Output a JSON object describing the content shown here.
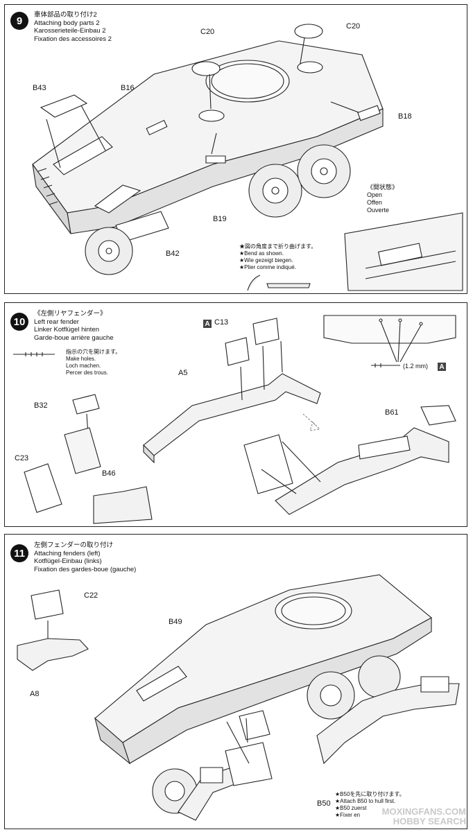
{
  "steps": [
    {
      "number": "9",
      "titles": [
        "車体部品の取り付け2",
        "Attaching body parts 2",
        "Karosserieteile-Einbau 2",
        "Fixation des accessoires 2"
      ],
      "labels": {
        "c20a": "C20",
        "c20b": "C20",
        "b43": "B43",
        "b16": "B16",
        "b18": "B18",
        "b19": "B19",
        "b42": "B42"
      },
      "open_state": [
        "《開状態》",
        "Open",
        "Offen",
        "Ouverte"
      ],
      "bend_note": [
        "★図の角度まで折り曲げます。",
        "★Bend as shown.",
        "★Wie gezeigt biegen.",
        "★Plier comme indiqué."
      ]
    },
    {
      "number": "10",
      "titles": [
        "《左側リヤフェンダー》",
        "Left rear fender",
        "Linker Kotflügel hinten",
        "Garde-boue arrière gauche"
      ],
      "hole_note": [
        "指示の穴を開けます。",
        "Make holes.",
        "Loch machen.",
        "Percer des trous."
      ],
      "labels": {
        "c13": "C13",
        "a5": "A5",
        "b32": "B32",
        "c23": "C23",
        "b46": "B46",
        "b61": "B61"
      },
      "part_letter": "A",
      "drill_size": "(1.2 mm)"
    },
    {
      "number": "11",
      "titles": [
        "左側フェンダーの取り付け",
        "Attaching fenders (left)",
        "Kotflügel-Einbau (links)",
        "Fixation des gardes-boue (gauche)"
      ],
      "labels": {
        "c22": "C22",
        "a8": "A8",
        "b49": "B49",
        "b50": "B50"
      },
      "b50_note": [
        "★B50を先に取り付けます。",
        "★Attach B50 to hull first.",
        "★B50 zuerst",
        "★Fixer en"
      ]
    }
  ],
  "watermark": [
    "MOXINGFANS.COM",
    "HOBBY SEARCH"
  ]
}
